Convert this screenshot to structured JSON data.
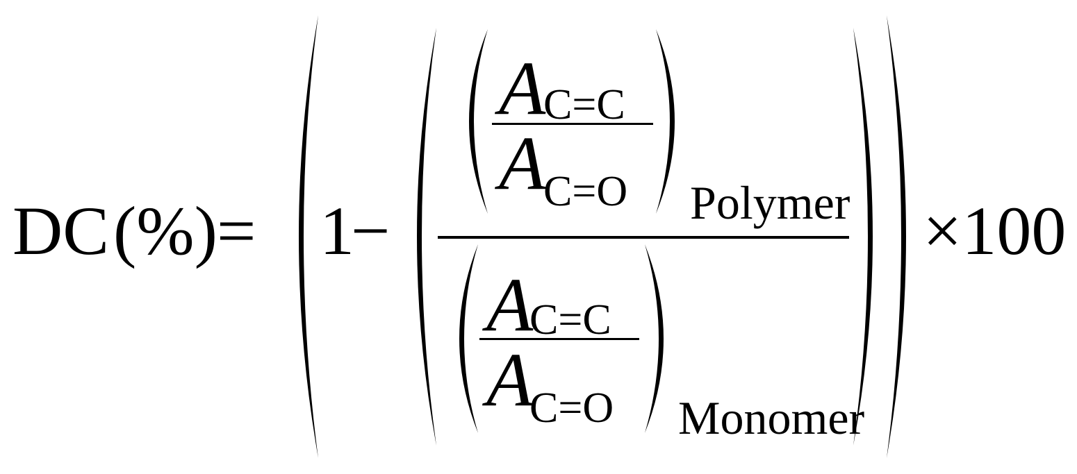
{
  "formula": {
    "lhs": {
      "dc": "DC",
      "percent": "(%)",
      "equals": "="
    },
    "one": "1",
    "minus": "−",
    "numerator": {
      "a_cc": {
        "symbol": "A",
        "subscript": "C=C"
      },
      "a_co": {
        "symbol": "A",
        "subscript": "C=O"
      },
      "label": "Polymer"
    },
    "denominator": {
      "a_cc": {
        "symbol": "A",
        "subscript": "C=C"
      },
      "a_co": {
        "symbol": "A",
        "subscript": "C=O"
      },
      "label": "Monomer"
    },
    "times_100": "×100"
  }
}
